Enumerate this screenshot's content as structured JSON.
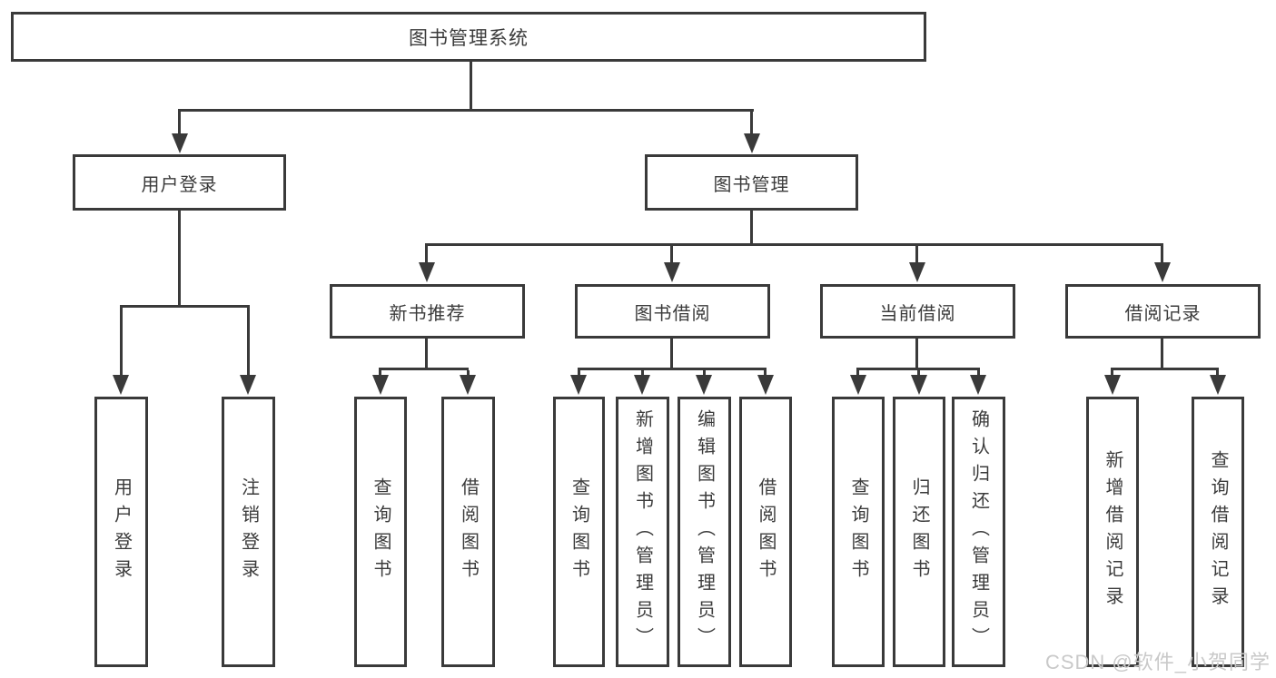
{
  "diagram": {
    "type": "hierarchy-tree",
    "colors": {
      "line": "#3a3a3a",
      "text": "#3b3b3b",
      "background": "#ffffff",
      "watermark": "#c9c9c9"
    },
    "watermark": "CSDN @软件_小贺同学",
    "tree": {
      "label": "图书管理系统",
      "children": [
        {
          "label": "用户登录",
          "children": [
            {
              "label": "用户登录"
            },
            {
              "label": "注销登录"
            }
          ]
        },
        {
          "label": "图书管理",
          "children": [
            {
              "label": "新书推荐",
              "children": [
                {
                  "label": "查询图书"
                },
                {
                  "label": "借阅图书"
                }
              ]
            },
            {
              "label": "图书借阅",
              "children": [
                {
                  "label": "查询图书"
                },
                {
                  "label": "新增图书（管理员）"
                },
                {
                  "label": "编辑图书（管理员）"
                },
                {
                  "label": "借阅图书"
                }
              ]
            },
            {
              "label": "当前借阅",
              "children": [
                {
                  "label": "查询图书"
                },
                {
                  "label": "归还图书"
                },
                {
                  "label": "确认归还（管理员）"
                }
              ]
            },
            {
              "label": "借阅记录",
              "children": [
                {
                  "label": "新增借阅记录"
                },
                {
                  "label": "查询借阅记录"
                }
              ]
            }
          ]
        }
      ]
    }
  }
}
